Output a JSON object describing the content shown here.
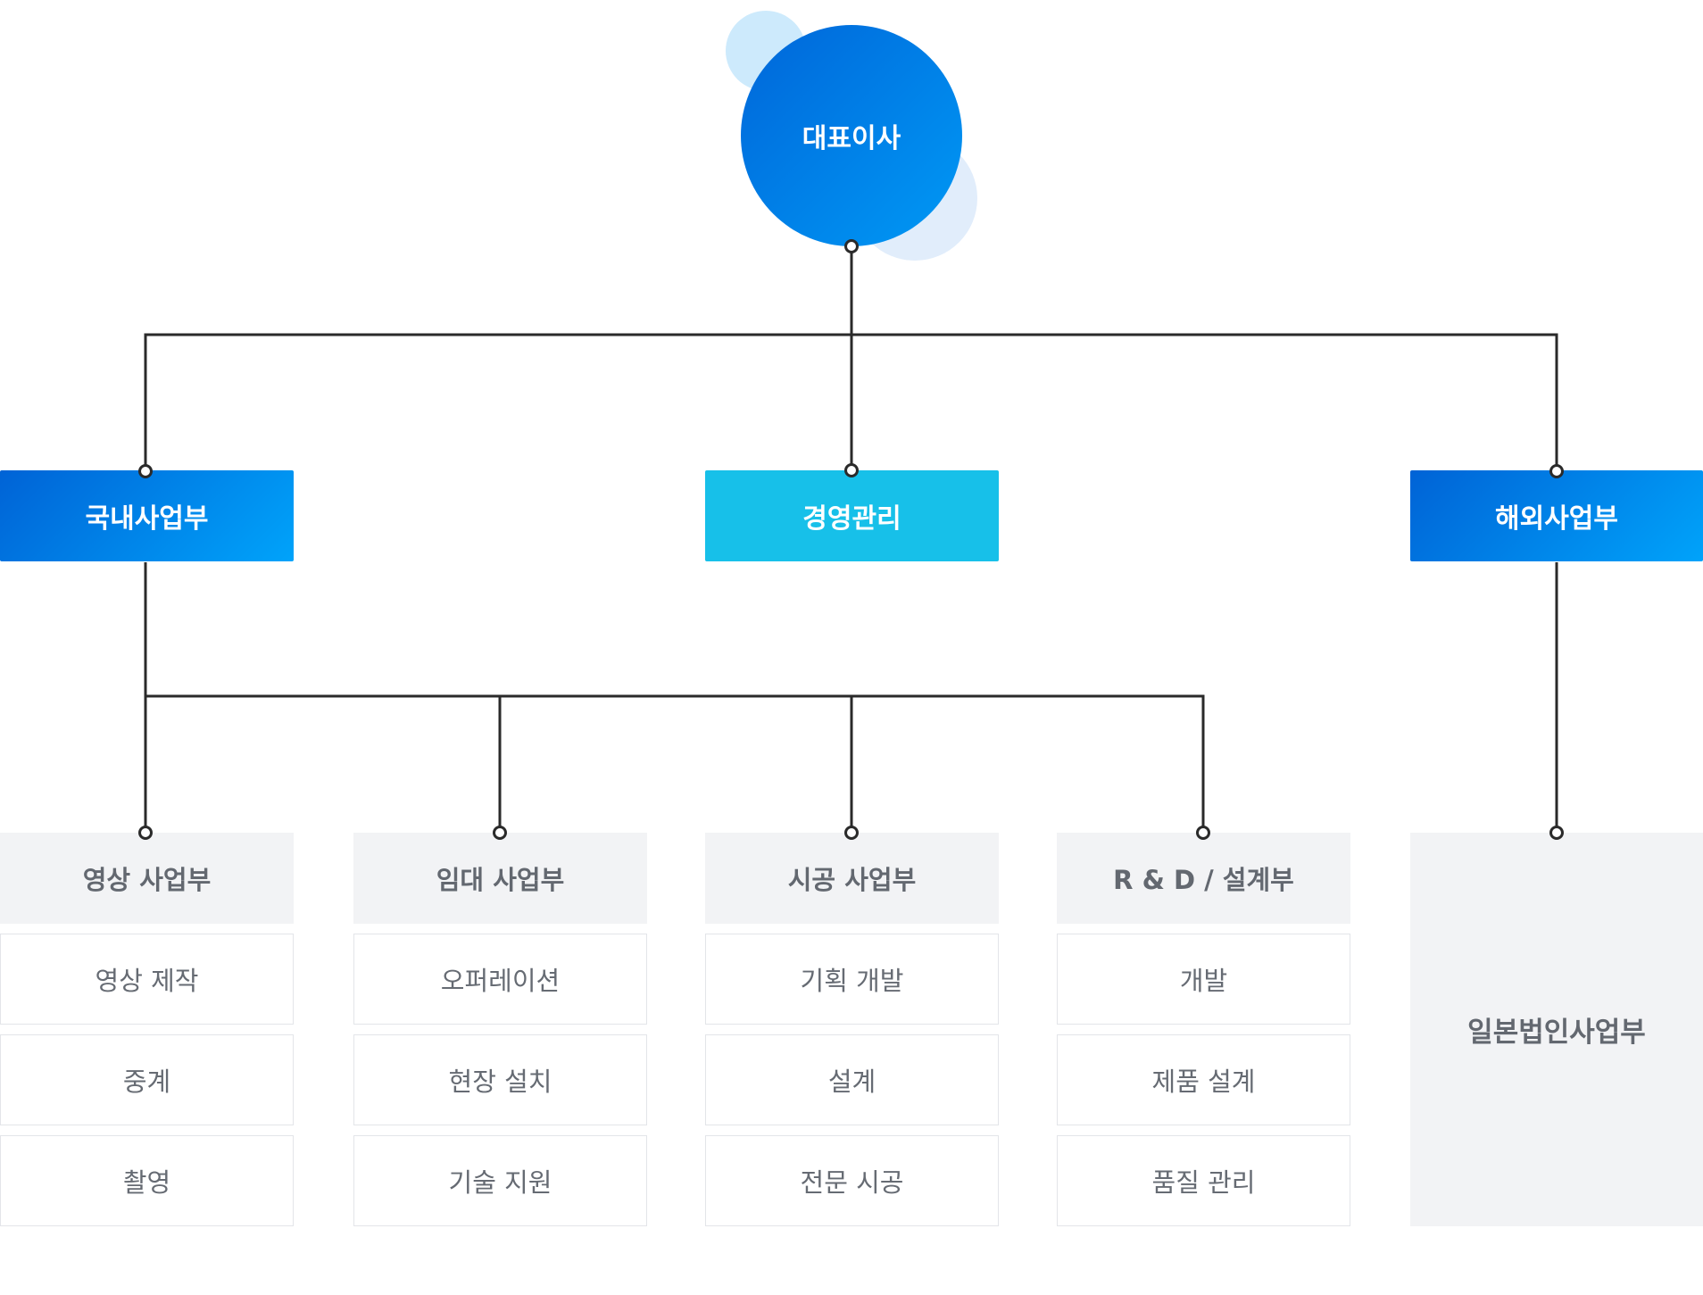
{
  "colors": {
    "line": "#2a2a2a",
    "primary_blue": "#0066d9",
    "accent_cyan": "#17c0e9",
    "dept_bg": "#f2f3f5",
    "team_border": "#e3e5e9",
    "text_gray": "#666b73"
  },
  "ceo": {
    "label": "대표이사"
  },
  "divisions": {
    "domestic": {
      "label": "국내사업부"
    },
    "management": {
      "label": "경영관리"
    },
    "overseas": {
      "label": "해외사업부"
    }
  },
  "departments": [
    {
      "label": "영상 사업부",
      "teams": [
        "영상 제작",
        "중계",
        "촬영"
      ]
    },
    {
      "label": "임대 사업부",
      "teams": [
        "오퍼레이션",
        "현장 설치",
        "기술 지원"
      ]
    },
    {
      "label": "시공 사업부",
      "teams": [
        "기획 개발",
        "설계",
        "전문 시공"
      ]
    },
    {
      "label": "R & D / 설계부",
      "teams": [
        "개발",
        "제품 설계",
        "품질 관리"
      ]
    }
  ],
  "overseas_dept": {
    "label": "일본법인사업부"
  }
}
